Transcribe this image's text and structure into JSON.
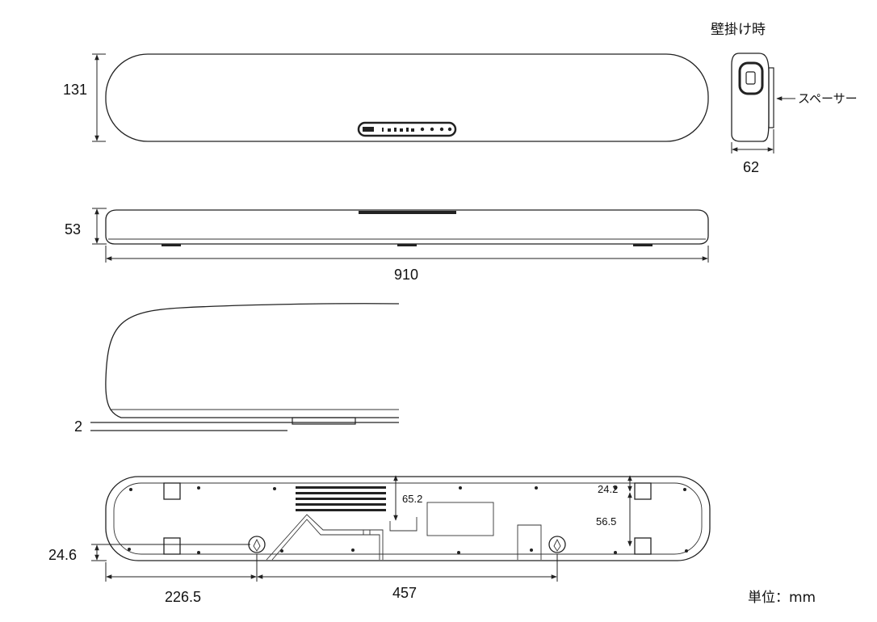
{
  "labels": {
    "wall_mount_title": "壁掛け時",
    "spacer": "スペーサー",
    "unit": "単位：mm"
  },
  "dimensions": {
    "front_height": "131",
    "side_depth": "62",
    "top_height": "53",
    "overall_width": "910",
    "base_gap": "2",
    "bracket_offset": "65.2",
    "foot_top": "24.2",
    "foot_spacing": "56.5",
    "hole_height": "24.6",
    "hole_from_left": "226.5",
    "hole_spacing": "457"
  }
}
